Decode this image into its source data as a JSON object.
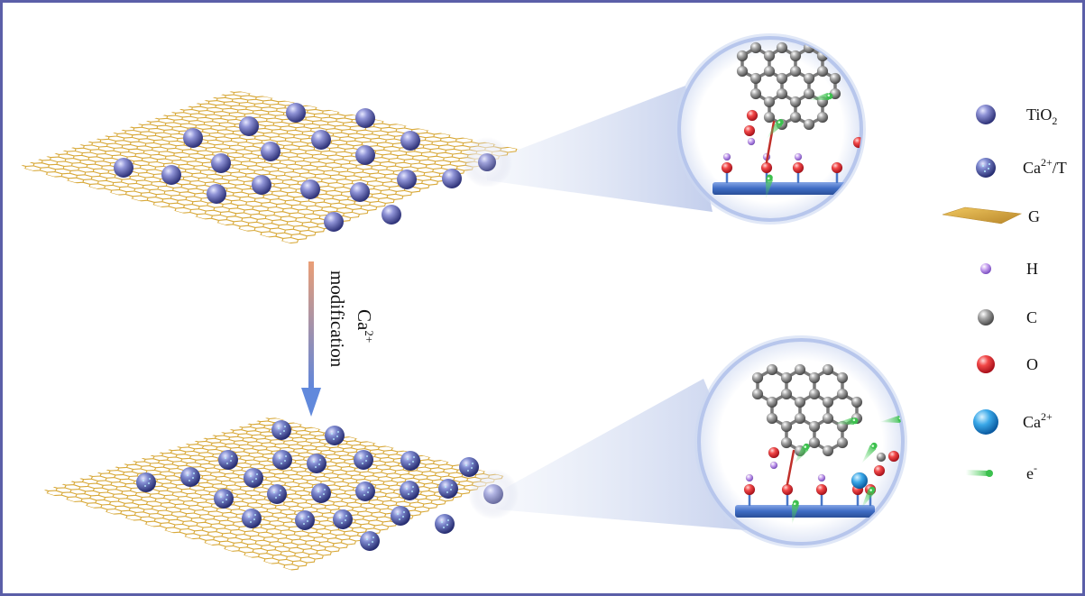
{
  "process": {
    "arrow_label": "Ca",
    "arrow_label_sup": "2+",
    "arrow_label_line2": "modification"
  },
  "legend": {
    "items": [
      {
        "key": "tio2",
        "label": "TiO",
        "sub": "2",
        "sup": "",
        "suffix": "",
        "icon": "tio2-sphere-icon"
      },
      {
        "key": "cat",
        "label": "Ca",
        "sub": "",
        "sup": "2+",
        "suffix": "/T",
        "icon": "ca-tio2-sphere-icon"
      },
      {
        "key": "g",
        "label": "G",
        "sub": "",
        "sup": "",
        "suffix": "",
        "icon": "graphene-sheet-icon"
      },
      {
        "key": "h",
        "label": "H",
        "sub": "",
        "sup": "",
        "suffix": "",
        "icon": "hydrogen-atom-icon"
      },
      {
        "key": "c",
        "label": "C",
        "sub": "",
        "sup": "",
        "suffix": "",
        "icon": "carbon-atom-icon"
      },
      {
        "key": "o",
        "label": "O",
        "sub": "",
        "sup": "",
        "suffix": "",
        "icon": "oxygen-atom-icon"
      },
      {
        "key": "ca",
        "label": "Ca",
        "sub": "",
        "sup": "2+",
        "suffix": "",
        "icon": "calcium-ion-icon"
      },
      {
        "key": "e",
        "label": "e",
        "sub": "",
        "sup": "-",
        "suffix": "",
        "icon": "electron-icon"
      }
    ]
  },
  "colors": {
    "frame": "#5b5fa8",
    "graphene": "#d8a93a",
    "tio2": "#6a6fb8",
    "carbon": "#8c8c8c",
    "oxygen": "#e8323a",
    "hydrogen": "#b58ae8",
    "calcium": "#2f9ad8",
    "electron": "#5ed66a",
    "substrate": "#4a78c8",
    "arrow_top": "#e8a27a",
    "arrow_bottom": "#6a8ad8"
  }
}
